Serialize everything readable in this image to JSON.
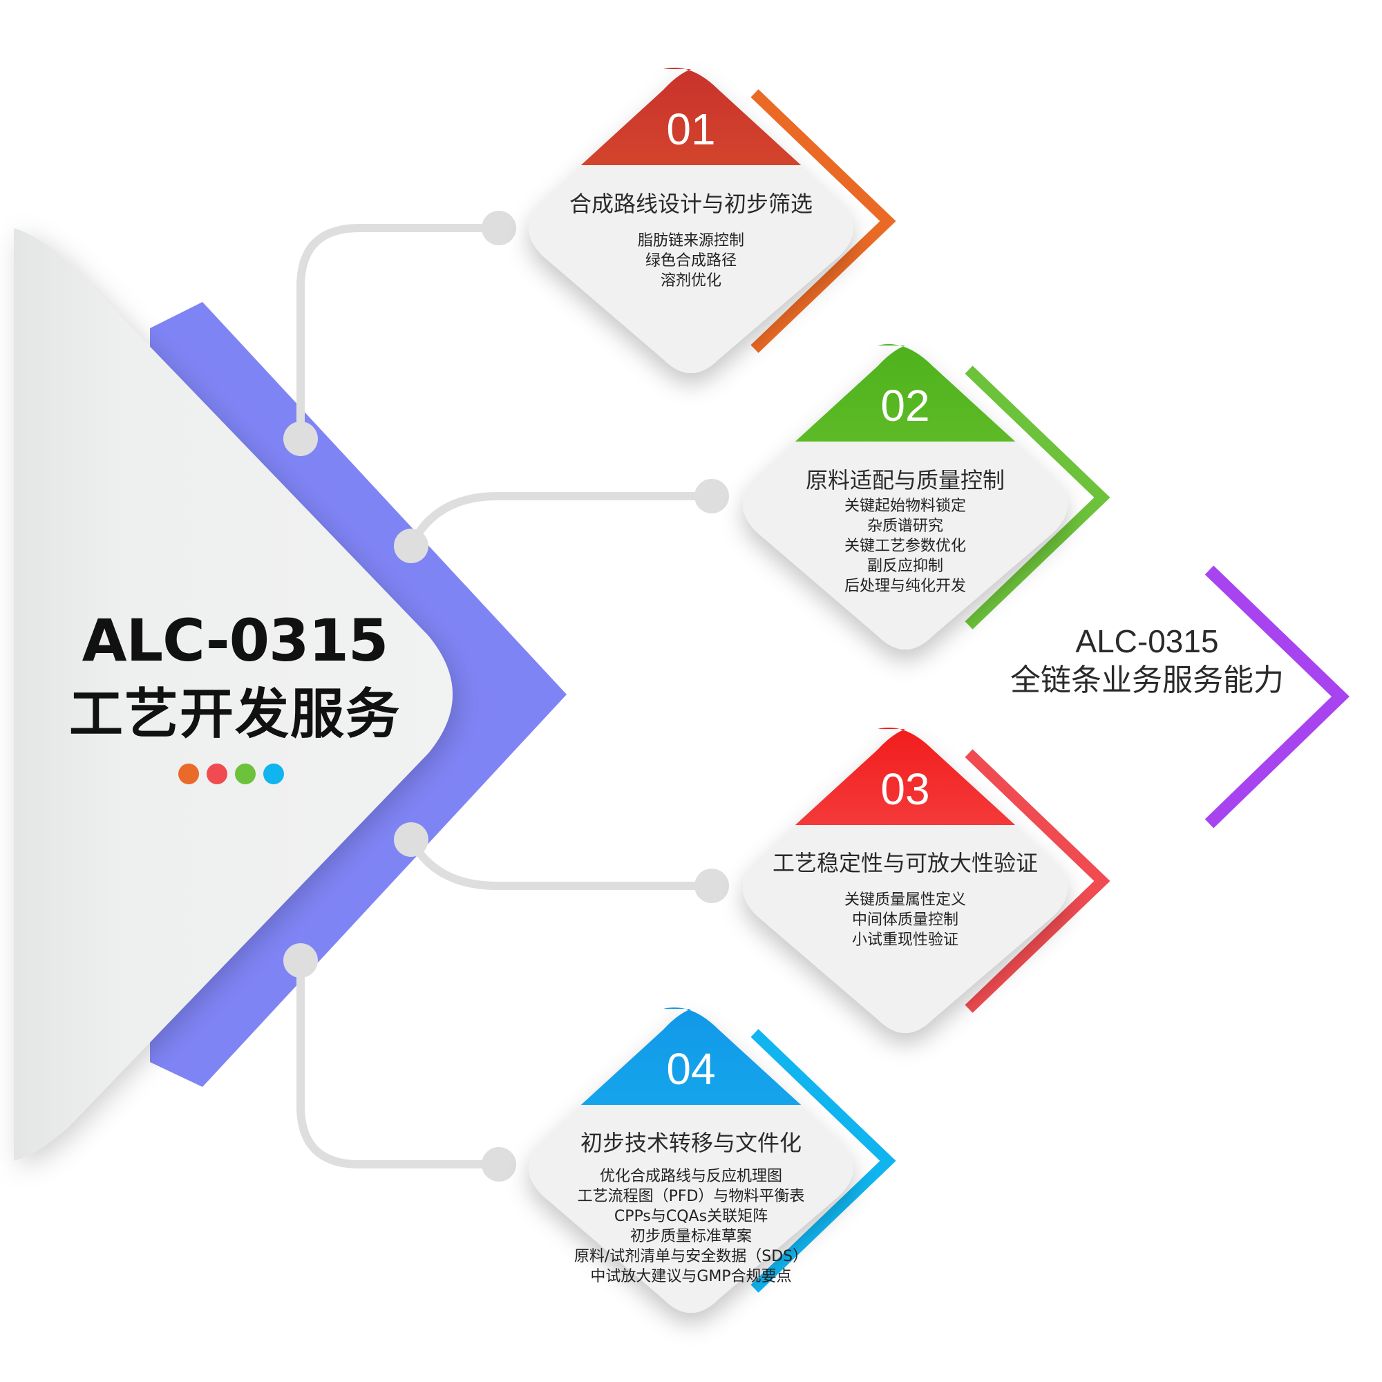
{
  "main": {
    "title_line1": "ALC-0315",
    "title_line2": "工艺开发服务",
    "dots": [
      "#ea6a2a",
      "#ef4b50",
      "#6cc23a",
      "#10b4ef"
    ]
  },
  "side_label": {
    "line1": "ALC-0315",
    "line2": "全链条业务服务能力",
    "chevron_color": "#a744f0"
  },
  "colors": {
    "spine": "#7f84f5",
    "connector": "#dedede",
    "card": "#f1f1f1"
  },
  "cards": [
    {
      "number": "01",
      "title": "合成路线设计与初步筛选",
      "items": [
        "脂肪链来源控制",
        "绿色合成路径",
        "溶剂优化"
      ],
      "color_top": "#c8322c",
      "color_bottom": "#ea6a2a",
      "accent": "#ea6a25"
    },
    {
      "number": "02",
      "title": "原料适配与质量控制",
      "items": [
        "关键起始物料锁定",
        "杂质谱研究",
        "关键工艺参数优化",
        "副反应抑制",
        "后处理与纯化开发"
      ],
      "color_top": "#4eb21c",
      "color_bottom": "#7ccc3c",
      "accent": "#6cc23a"
    },
    {
      "number": "03",
      "title": "工艺稳定性与可放大性验证",
      "items": [
        "关键质量属性定义",
        "中间体质量控制",
        "小试重现性验证"
      ],
      "color_top": "#f21c1c",
      "color_bottom": "#f8787a",
      "accent": "#ef4b50"
    },
    {
      "number": "04",
      "title": "初步技术转移与文件化",
      "items": [
        "优化合成路线与反应机理图",
        "工艺流程图（PFD）与物料平衡表",
        "CPPs与CQAs关联矩阵",
        "初步质量标准草案",
        "原料/试剂清单与安全数据（SDS）",
        "中试放大建议与GMP合规要点"
      ],
      "color_top": "#1198e8",
      "color_bottom": "#1ec0f4",
      "accent": "#10b4ef"
    }
  ]
}
